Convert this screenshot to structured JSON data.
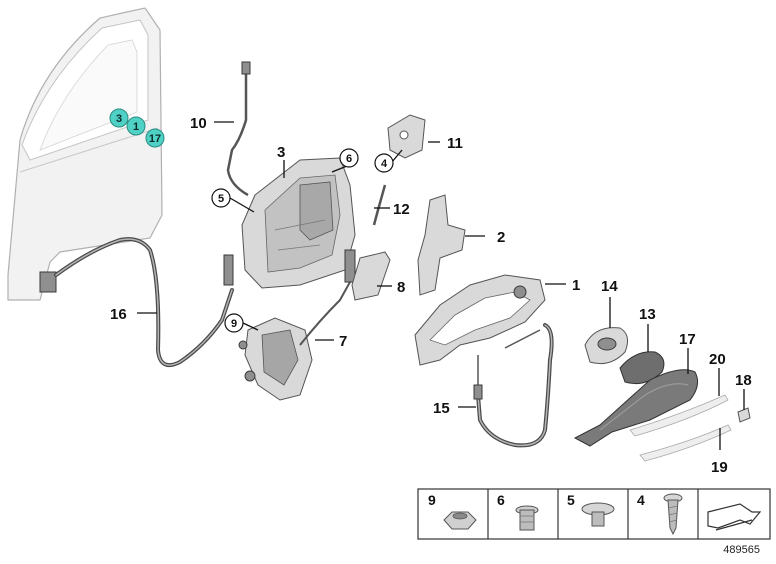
{
  "callouts": {
    "n1": "1",
    "n2": "2",
    "n3": "3",
    "n4": "4",
    "n5": "5",
    "n6": "6",
    "n7": "7",
    "n8": "8",
    "n9": "9",
    "n10": "10",
    "n11": "11",
    "n12": "12",
    "n13": "13",
    "n14": "14",
    "n15": "15",
    "n16": "16",
    "n17": "17",
    "n18": "18",
    "n19": "19",
    "n20": "20"
  },
  "door_markers": [
    "3",
    "1",
    "17"
  ],
  "fastener_table": [
    "9",
    "6",
    "5",
    "4"
  ],
  "document_number": "489565",
  "colors": {
    "marker": "#4fd1c5",
    "part_fill": "#d9d9d9",
    "part_dark": "#8f8f8f"
  }
}
